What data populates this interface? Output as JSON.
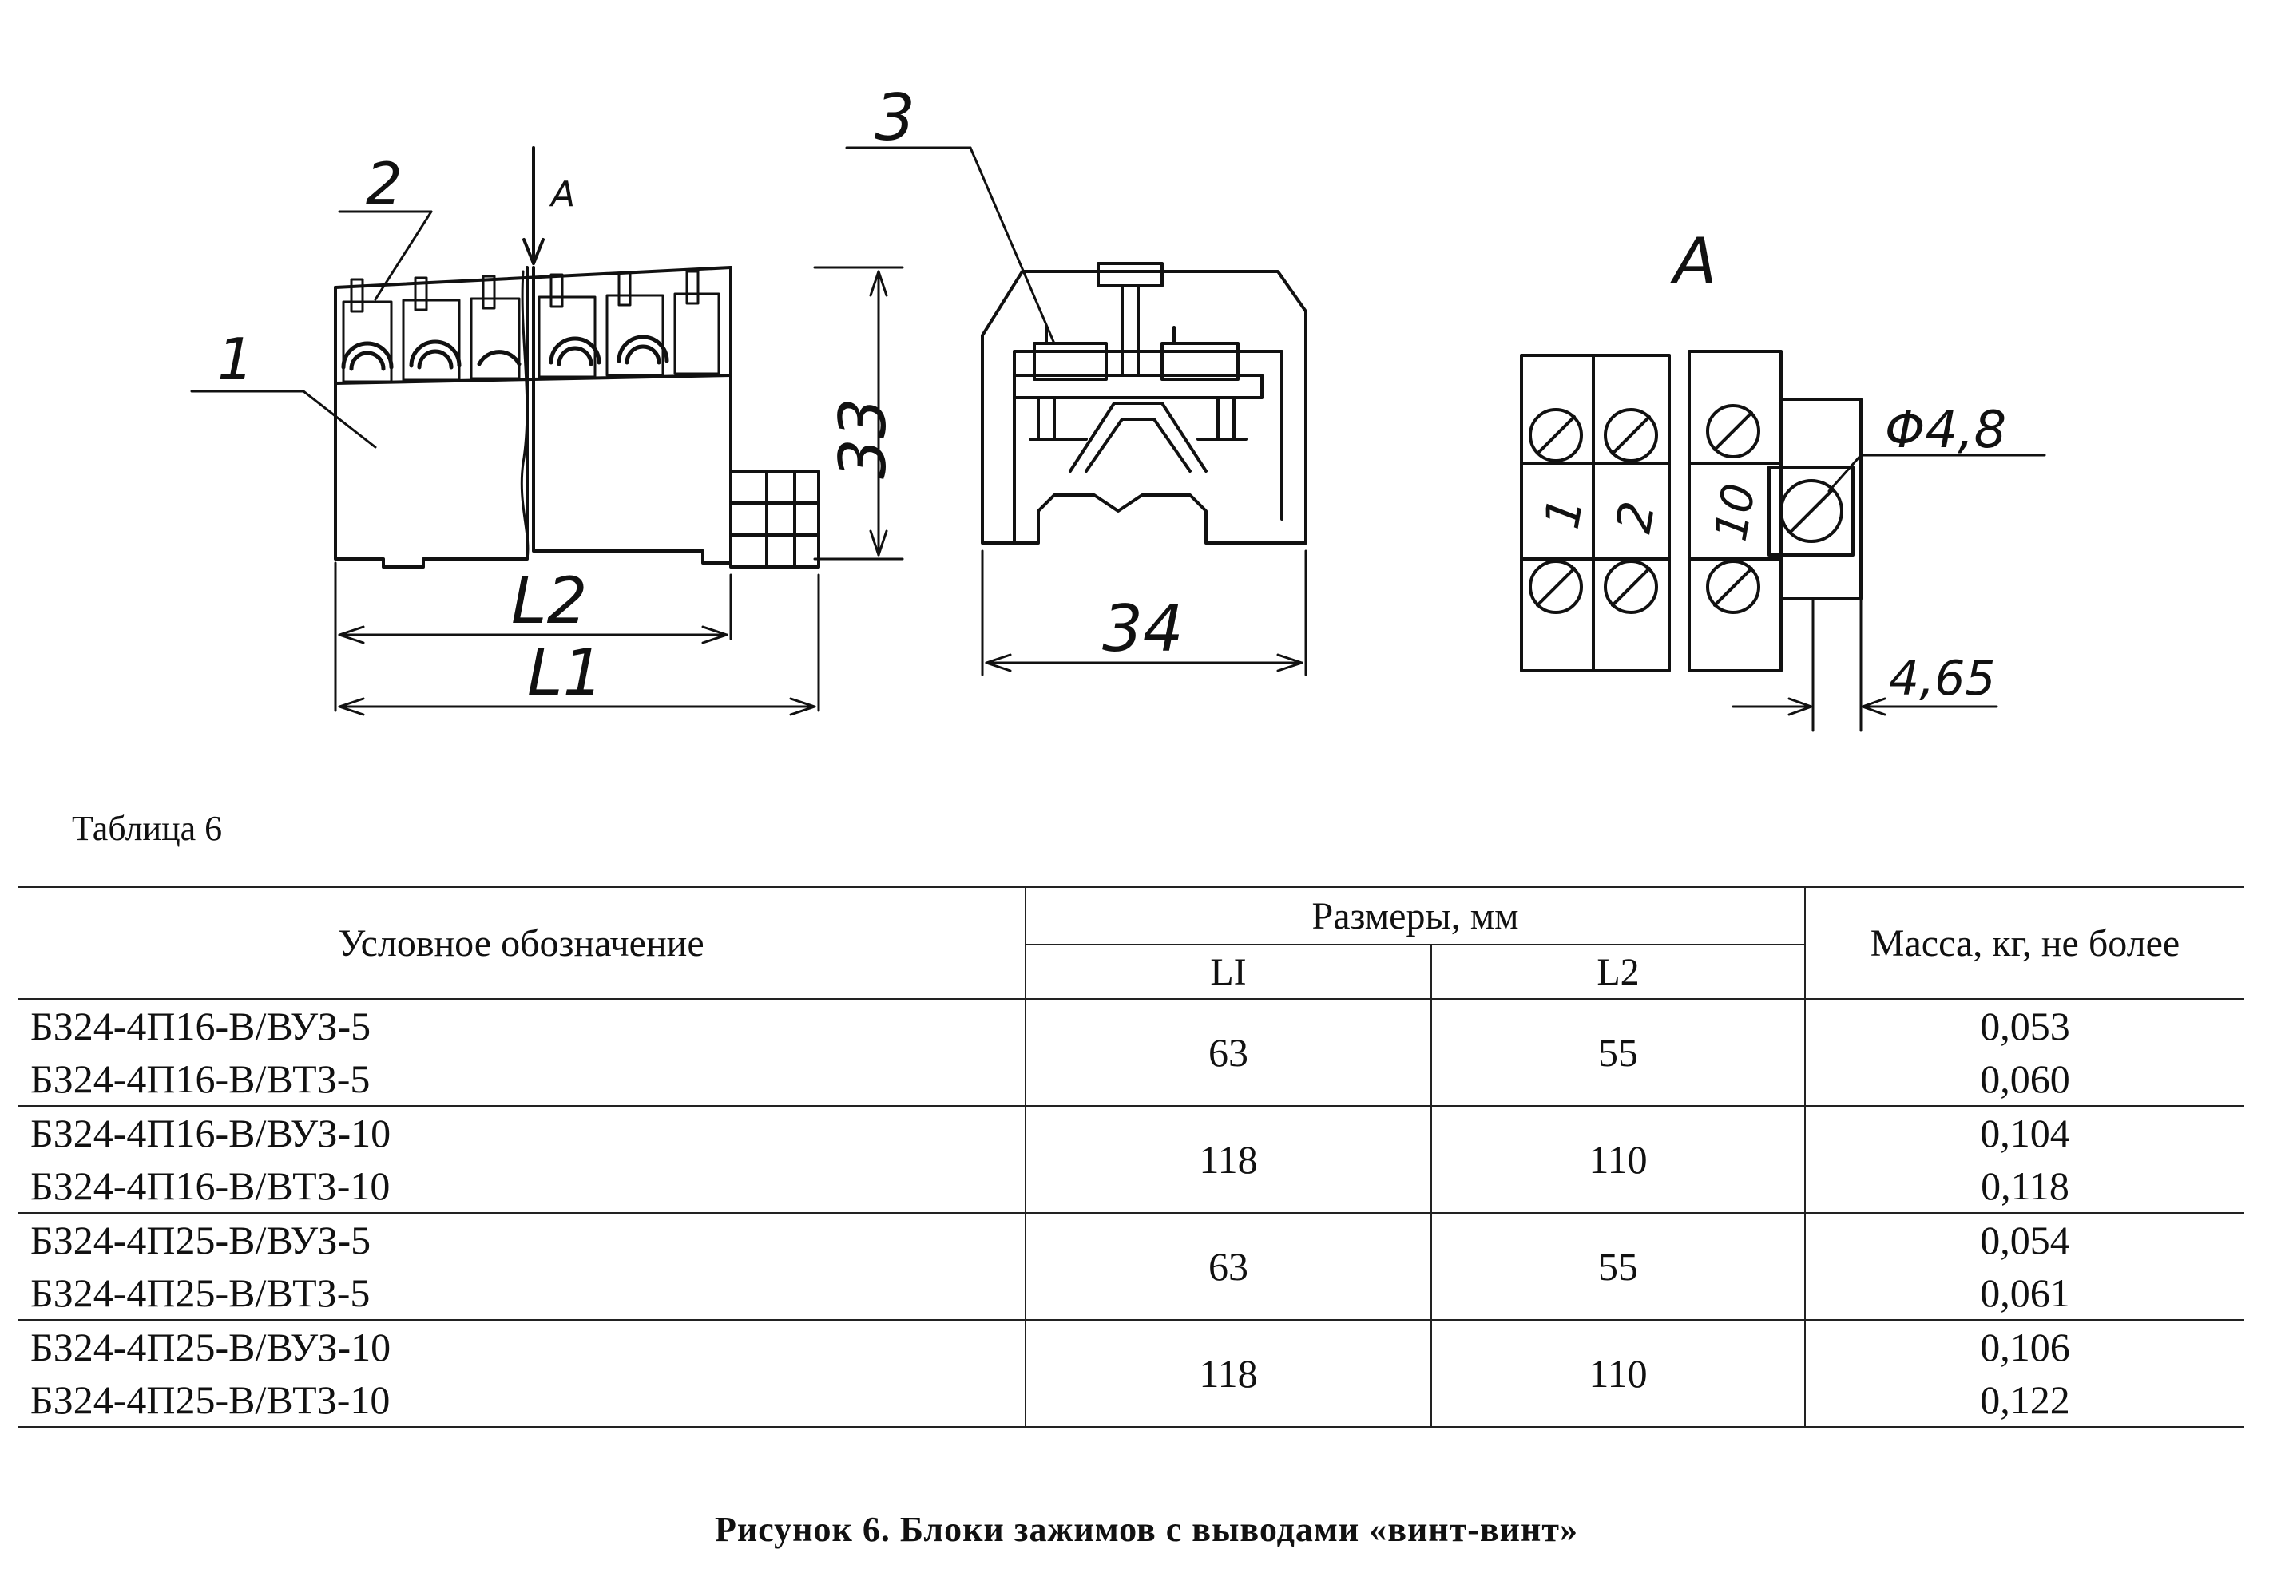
{
  "drawing": {
    "callouts": [
      "1",
      "2",
      "3"
    ],
    "view_arrow_label": "A",
    "view_label": "A",
    "dimensions": {
      "height": "33",
      "width": "34",
      "l2": "L2",
      "l1": "L1",
      "hole": "Φ4,8",
      "offset": "4,65"
    },
    "terminal_numbers": [
      "1",
      "2",
      "10"
    ]
  },
  "table": {
    "caption": "Таблица 6",
    "headers": {
      "designation": "Условное обозначение",
      "dimensions": "Размеры, мм",
      "l1": "LI",
      "l2": "L2",
      "mass": "Масса, кг, не более"
    },
    "rows": [
      {
        "d1": "БЗ24-4П16-В/ВУЗ-5",
        "d2": "БЗ24-4П16-В/ВТЗ-5",
        "l1": "63",
        "l2": "55",
        "m1": "0,053",
        "m2": "0,060"
      },
      {
        "d1": "БЗ24-4П16-В/ВУЗ-10",
        "d2": "БЗ24-4П16-В/ВТЗ-10",
        "l1": "118",
        "l2": "110",
        "m1": "0,104",
        "m2": "0,118"
      },
      {
        "d1": "БЗ24-4П25-В/ВУЗ-5",
        "d2": "БЗ24-4П25-В/ВТЗ-5",
        "l1": "63",
        "l2": "55",
        "m1": "0,054",
        "m2": "0,061"
      },
      {
        "d1": "БЗ24-4П25-В/ВУЗ-10",
        "d2": "БЗ24-4П25-В/ВТЗ-10",
        "l1": "118",
        "l2": "110",
        "m1": "0,106",
        "m2": "0,122"
      }
    ]
  },
  "figure_caption": "Рисунок 6. Блоки зажимов с выводами «винт-винт»"
}
